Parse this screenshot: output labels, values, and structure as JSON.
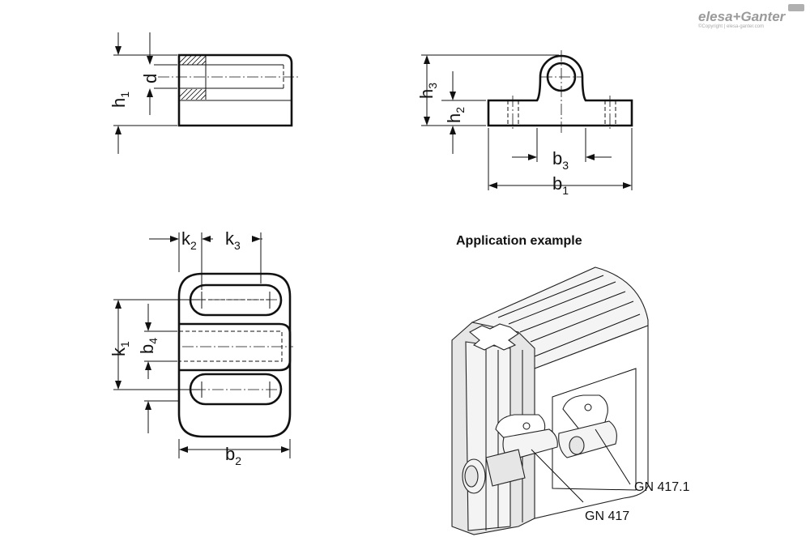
{
  "logo": {
    "brand": "elesa+Ganter",
    "copyright": "©Copyright | elesa-ganter.com"
  },
  "views": {
    "side": {
      "d": "d",
      "h1_base": "h",
      "h1_sub": "1"
    },
    "front": {
      "h3_base": "h",
      "h3_sub": "3",
      "h2_base": "h",
      "h2_sub": "2",
      "b3_base": "b",
      "b3_sub": "3",
      "b1_base": "b",
      "b1_sub": "1"
    },
    "top": {
      "k2_base": "k",
      "k2_sub": "2",
      "k3_base": "k",
      "k3_sub": "3",
      "k1_base": "k",
      "k1_sub": "1",
      "b4_base": "b",
      "b4_sub": "4",
      "b2_base": "b",
      "b2_sub": "2"
    }
  },
  "application": {
    "title": "Application example",
    "callouts": [
      "GN 417.1",
      "GN 417"
    ]
  }
}
